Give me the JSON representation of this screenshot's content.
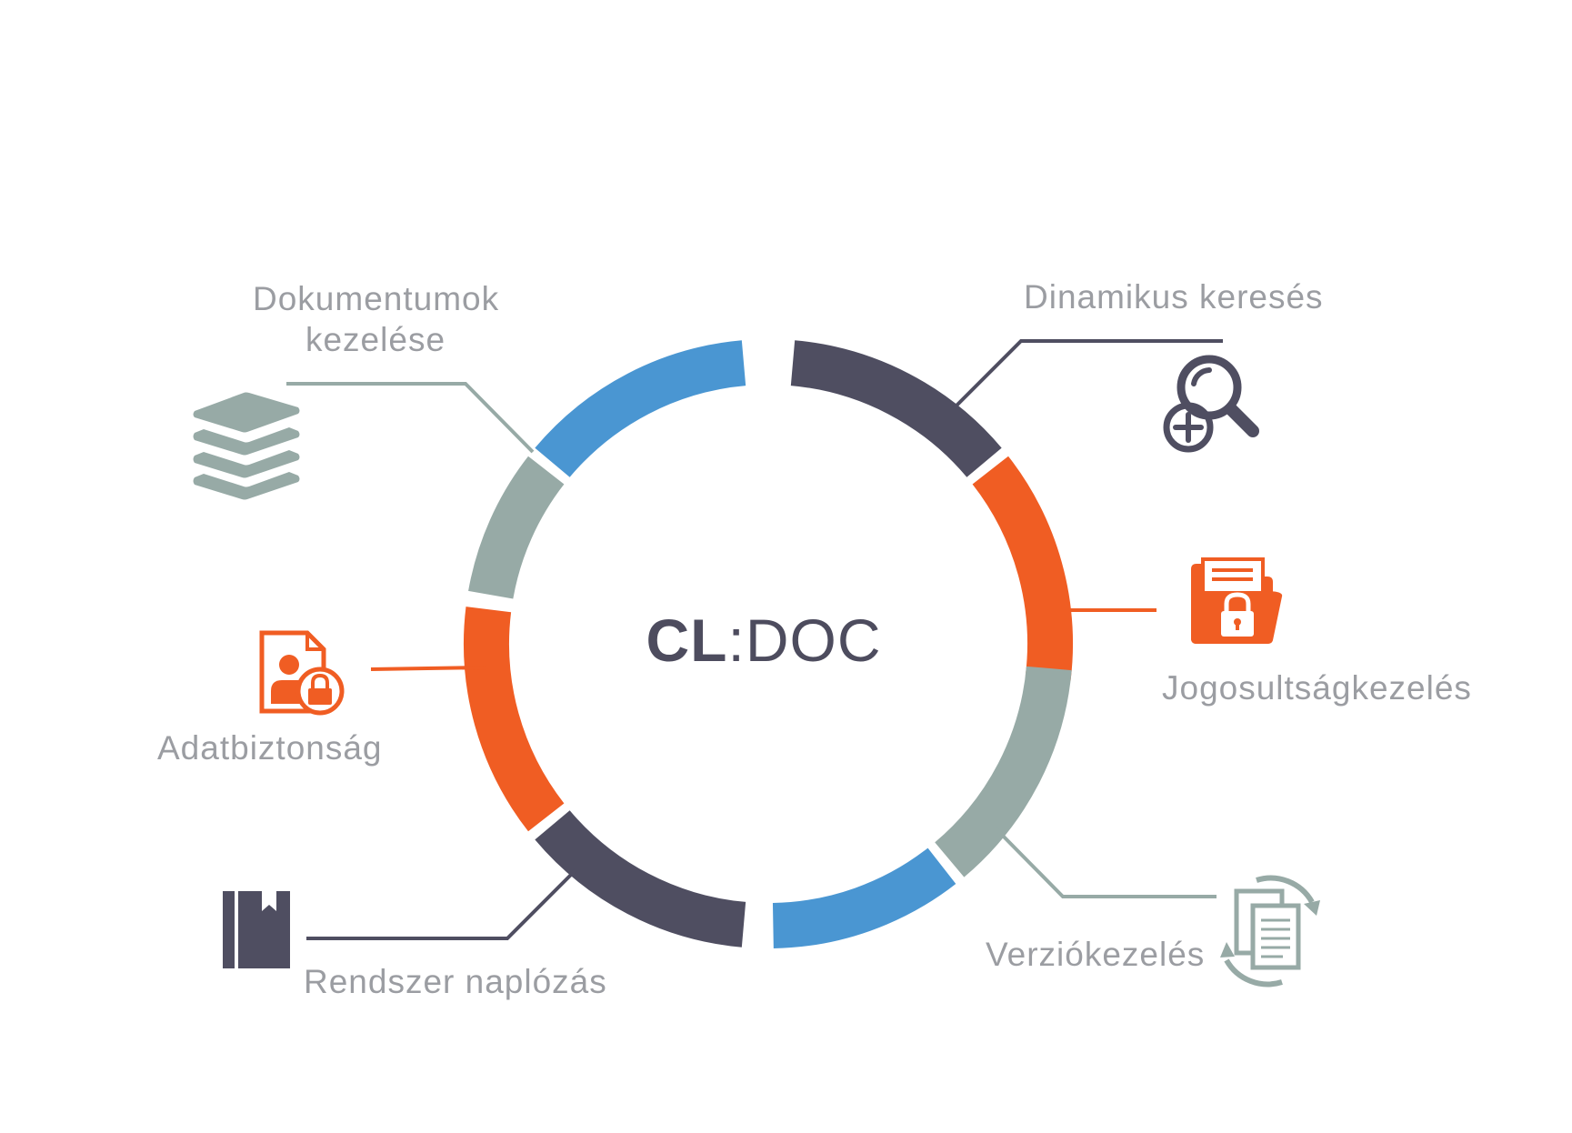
{
  "center": {
    "bold": "CL",
    "rest": ":DOC"
  },
  "labels": {
    "documents_line1": "Dokumentumok",
    "documents_line2": "kezelése",
    "search": "Dinamikus keresés",
    "permissions": "Jogosultságkezelés",
    "versioning": "Verziókezelés",
    "security": "Adatbiztonság",
    "logging": "Rendszer naplózás"
  },
  "icons": {
    "documents": "stacked-layers-icon",
    "search": "magnifier-plus-icon",
    "permissions": "locked-folder-icon",
    "versioning": "document-sync-icon",
    "security": "locked-user-document-icon",
    "logging": "bookmarked-book-icon"
  },
  "colors": {
    "blue": "#4a96d2",
    "dark": "#4f4e61",
    "orange": "#f05d23",
    "gray": "#97aaa6",
    "label": "#9b9da2"
  }
}
